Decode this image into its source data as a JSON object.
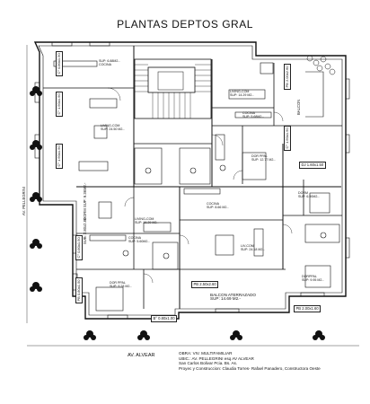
{
  "title": "PLANTAS DEPTOS GRAL",
  "streets": {
    "left": "AV. PELLEGRINI",
    "bottom": "AV. ALVEAR"
  },
  "rooms": [
    {
      "id": "cocina_top",
      "lines": [
        "SUP: 6.88M2.-",
        "COCINA"
      ]
    },
    {
      "id": "living_top_left",
      "lines": [
        "LIVING-COM",
        "SUP: 24.50 M2.-"
      ]
    },
    {
      "id": "living_top_right",
      "lines": [
        "LIVING-COM",
        "SUP: 14.29 M2.-"
      ]
    },
    {
      "id": "cocina_right",
      "lines": [
        "COCINA",
        "SUP: 5.68M2.-"
      ]
    },
    {
      "id": "balcon_right",
      "lines": [
        "BALCON"
      ]
    },
    {
      "id": "dorm_ppal_right",
      "lines": [
        "DOR PPAL",
        "SUP: 12.77 M2.-"
      ]
    },
    {
      "id": "dorm_left",
      "lines": [
        "DORM",
        "SUP: 9.36M2.-"
      ]
    },
    {
      "id": "living_mid",
      "lines": [
        "LIVING-COM",
        "SUP: 16.29 M2.-"
      ]
    },
    {
      "id": "cocina_mid",
      "lines": [
        "COCINA",
        "SUP: 5.60M2.-"
      ]
    },
    {
      "id": "cocina_center",
      "lines": [
        "COCINA",
        "SUP: 8.66 M2.-"
      ]
    },
    {
      "id": "liv_com_center",
      "lines": [
        "LIV-COM",
        "SUP: 24.18 M2.-"
      ]
    },
    {
      "id": "dorm_right",
      "lines": [
        "DORM",
        "SUP: 6.90M2.-"
      ]
    },
    {
      "id": "dorm_ppal_left",
      "lines": [
        "DOR PPAL",
        "SUP: 9.28 M2.-"
      ]
    },
    {
      "id": "dorm_ppal_br",
      "lines": [
        "DORPPAL",
        "SUP: 9.95 M2.-"
      ]
    },
    {
      "id": "balcon_aterrazado",
      "lines": [
        "BALCON ATERRAZADO",
        "SUP: 14.69 M2.-"
      ]
    }
  ],
  "dimensions": {
    "left_c1": "C° 0.80x1.50",
    "left_c2": "C° 1.60x1.50",
    "left_c3": "C° 1.60x1.50",
    "left_c4": "C° 0.80x1.50",
    "left_c5": "PB 0.80x1.50",
    "right_pb1": "PB 2.00x1.60",
    "right_dj": "DJ 1.60x1.50",
    "bottom_pb1": "PB 2.50x2.60",
    "bottom_pb2": "PB 2.00x1.60",
    "bottom_b": "B° 0.80x1.00",
    "right_vert_top": "PB 2.00x2.60",
    "right_vert_mid": "C° 1.60x1.50",
    "stair_note": "SUB: 2.80x2.80"
  },
  "project_info": {
    "line1": "OBRA: VIV. MULTIFAMILIAR",
    "line2": "UBIC.: AV. PELLEGRINI esq AV ALVEAR",
    "line3": "San Carlos Bolivar Pcia. Bs. As.",
    "line4": "Proyec y Construccion: Claudia Torres- Rafael Panadero, Constructora Oeste"
  }
}
